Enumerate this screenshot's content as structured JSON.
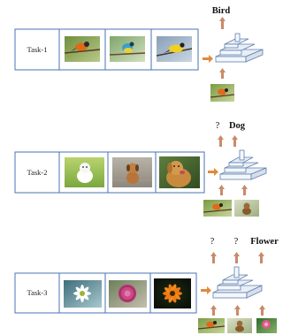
{
  "tasks": [
    {
      "label": "Task-1",
      "images": [
        "bird-1 photo",
        "bird-2 photo",
        "bird-3 photo"
      ],
      "outputs": [
        "Bird"
      ],
      "test_inputs": [
        "bird photo"
      ]
    },
    {
      "label": "Task-2",
      "images": [
        "white-puppy photo",
        "brown-dog photo",
        "golden-retriever photo"
      ],
      "outputs": [
        "?",
        "Dog"
      ],
      "test_inputs": [
        "bird photo",
        "dog photo"
      ]
    },
    {
      "label": "Task-3",
      "images": [
        "white-flower photo",
        "purple-flower photo",
        "orange-flower photo"
      ],
      "outputs": [
        "?",
        "?",
        "Flower"
      ],
      "test_inputs": [
        "bird photo",
        "dog photo",
        "flower photo"
      ]
    }
  ],
  "colors": {
    "box_border": "#4a73b5",
    "arrow": "#c98a6a",
    "orange_arrow": "#e08a3b",
    "network_fill": "#e9eef5",
    "network_stroke": "#5d7fb0"
  }
}
